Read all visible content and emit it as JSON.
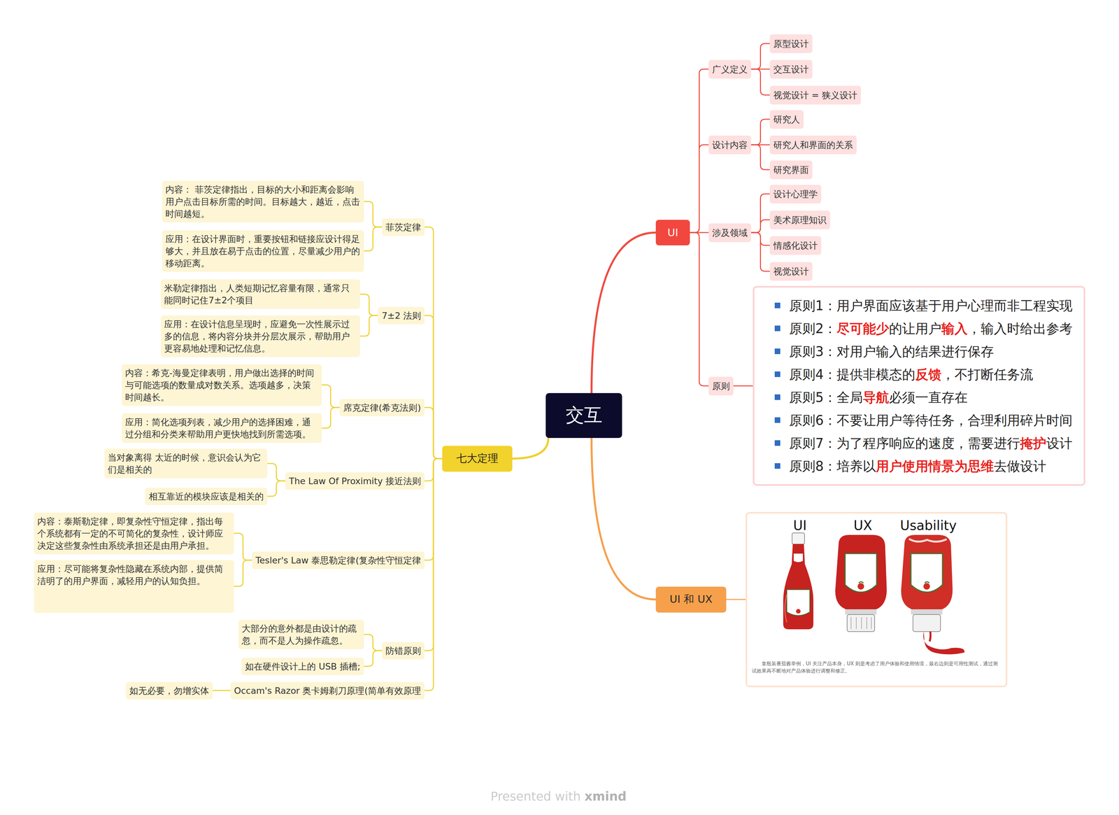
{
  "diagram": {
    "nodes": [
      {
        "text": [
          "交互"
        ]
      },
      {
        "text": [
          "UI"
        ]
      },
      {
        "text": [
          "广义定义"
        ]
      },
      {
        "text": [
          "原型设计"
        ]
      },
      {
        "text": [
          "交互设计"
        ]
      },
      {
        "text": [
          "视觉设计 = 狭义设计"
        ]
      },
      {
        "text": [
          "设计内容"
        ]
      },
      {
        "text": [
          "研究人"
        ]
      },
      {
        "text": [
          "研究人和界面的关系"
        ]
      },
      {
        "text": [
          "研究界面"
        ]
      },
      {
        "text": [
          "涉及领域"
        ]
      },
      {
        "text": [
          "设计心理学"
        ]
      },
      {
        "text": [
          "美术原理知识"
        ]
      },
      {
        "text": [
          "情感化设计"
        ]
      },
      {
        "text": [
          "视觉设计"
        ]
      },
      {
        "text": [
          "原则"
        ]
      },
      {
        "text": [
          "原则1：用户界面应该基于用户心理而非工程实现",
          "原则2：尽可能少的让用户输入，输入时给出参考",
          "原则3：对用户输入的结果进行保存",
          "原则4：提供非模态的反馈，不打断任务流",
          "原则5：全局导航必须一直存在",
          "原则6：不要让用户等待任务，合理利用碎片时间",
          "原则7：为了程序响应的速度，需要进行掩护设计",
          "原则8：培养以用户使用情景为思维去做设计"
        ]
      },
      {
        "text": [
          "UI 和 UX"
        ]
      },
      {
        "text": [
          "UI",
          "UX",
          "Usability",
          "拿瓶装番茄酱举例，UI 关注产品本身，UX 则是考虑了用户体验和使用情境，最右边则是可用性测试，通过测试效果再不断地对产品体验进行调整和修正。"
        ]
      },
      {
        "text": [
          "七大定理"
        ]
      },
      {
        "text": [
          "菲茨定律"
        ]
      },
      {
        "text": [
          "内容： 菲茨定律指出，目标的大小和距离会影响用户点击目标所需的时间。目标越大，越近，点击时间越短。"
        ]
      },
      {
        "text": [
          "应用：在设计界面时，重要按钮和链接应设计得足够大，并且放在易于点击的位置，尽量减少用户的移动距离。"
        ]
      },
      {
        "text": [
          "7±2 法则"
        ]
      },
      {
        "text": [
          "米勒定律指出，人类短期记忆容量有限，通常只能同时记住7±2个项目"
        ]
      },
      {
        "text": [
          "应用：在设计信息呈现时，应避免一次性展示过多的信息，将内容分块并分层次展示，帮助用户更容易地处理和记忆信息。"
        ]
      },
      {
        "text": [
          "席克定律(希克法则)"
        ]
      },
      {
        "text": [
          "内容：希克-海曼定律表明，用户做出选择的时间与可能选项的数量成对数关系。选项越多，决策时间越长。"
        ]
      },
      {
        "text": [
          "应用：简化选项列表，减少用户的选择困难，通过分组和分类来帮助用户更快地找到所需选项。"
        ]
      },
      {
        "text": [
          "The Law Of Proximity 接近法则"
        ]
      },
      {
        "text": [
          "当对象离得 太近的时候，意识会认为它们是相关的"
        ]
      },
      {
        "text": [
          "相互靠近的模块应该是相关的"
        ]
      },
      {
        "text": [
          "Tesler's Law 泰思勒定律(复杂性守恒定律"
        ]
      },
      {
        "text": [
          "内容：泰斯勒定律，即复杂性守恒定律，指出每个系统都有一定的不可简化的复杂性，设计师应决定这些复杂性由系统承担还是由用户承担。"
        ]
      },
      {
        "text": [
          "应用：尽可能将复杂性隐藏在系统内部，提供简洁明了的用户界面，减轻用户的认知负担。"
        ]
      },
      {
        "text": [
          "防错原则"
        ]
      },
      {
        "text": [
          "大部分的意外都是由设计的疏忽，而不是人为操作疏忽。"
        ]
      },
      {
        "text": [
          "如在硬件设计上的 USB 插槽;"
        ]
      },
      {
        "text": [
          "Occam's Razor 奥卡姆剃刀原理(简单有效原理"
        ]
      },
      {
        "text": [
          "如无必要，勿增实体"
        ]
      }
    ],
    "edges": [
      {
        "from": 0,
        "to": 1,
        "arrow": "none"
      },
      {
        "from": 0,
        "to": 17,
        "arrow": "none"
      },
      {
        "from": 0,
        "to": 19,
        "arrow": "none"
      },
      {
        "from": 1,
        "to": 2,
        "arrow": "none"
      },
      {
        "from": 1,
        "to": 6,
        "arrow": "none"
      },
      {
        "from": 1,
        "to": 10,
        "arrow": "none"
      },
      {
        "from": 1,
        "to": 15,
        "arrow": "none"
      },
      {
        "from": 2,
        "to": 3,
        "arrow": "none"
      },
      {
        "from": 2,
        "to": 4,
        "arrow": "none"
      },
      {
        "from": 2,
        "to": 5,
        "arrow": "none"
      },
      {
        "from": 6,
        "to": 7,
        "arrow": "none"
      },
      {
        "from": 6,
        "to": 8,
        "arrow": "none"
      },
      {
        "from": 6,
        "to": 9,
        "arrow": "none"
      },
      {
        "from": 10,
        "to": 11,
        "arrow": "none"
      },
      {
        "from": 10,
        "to": 12,
        "arrow": "none"
      },
      {
        "from": 10,
        "to": 13,
        "arrow": "none"
      },
      {
        "from": 10,
        "to": 14,
        "arrow": "none"
      },
      {
        "from": 15,
        "to": 16,
        "arrow": "none"
      },
      {
        "from": 17,
        "to": 18,
        "arrow": "none"
      },
      {
        "from": 19,
        "to": 20,
        "arrow": "none"
      },
      {
        "from": 19,
        "to": 23,
        "arrow": "none"
      },
      {
        "from": 19,
        "to": 26,
        "arrow": "none"
      },
      {
        "from": 19,
        "to": 29,
        "arrow": "none"
      },
      {
        "from": 19,
        "to": 32,
        "arrow": "none"
      },
      {
        "from": 19,
        "to": 35,
        "arrow": "none"
      },
      {
        "from": 19,
        "to": 38,
        "arrow": "none"
      },
      {
        "from": 20,
        "to": 21,
        "arrow": "none"
      },
      {
        "from": 20,
        "to": 22,
        "arrow": "none"
      },
      {
        "from": 23,
        "to": 24,
        "arrow": "none"
      },
      {
        "from": 23,
        "to": 25,
        "arrow": "none"
      },
      {
        "from": 26,
        "to": 27,
        "arrow": "none"
      },
      {
        "from": 26,
        "to": 28,
        "arrow": "none"
      },
      {
        "from": 29,
        "to": 30,
        "arrow": "none"
      },
      {
        "from": 29,
        "to": 31,
        "arrow": "none"
      },
      {
        "from": 32,
        "to": 33,
        "arrow": "none"
      },
      {
        "from": 32,
        "to": 34,
        "arrow": "none"
      },
      {
        "from": 35,
        "to": 36,
        "arrow": "none"
      },
      {
        "from": 35,
        "to": 37,
        "arrow": "none"
      },
      {
        "from": 38,
        "to": 39,
        "arrow": "none"
      }
    ],
    "labels": [
      "Presented with xmind"
    ]
  }
}
